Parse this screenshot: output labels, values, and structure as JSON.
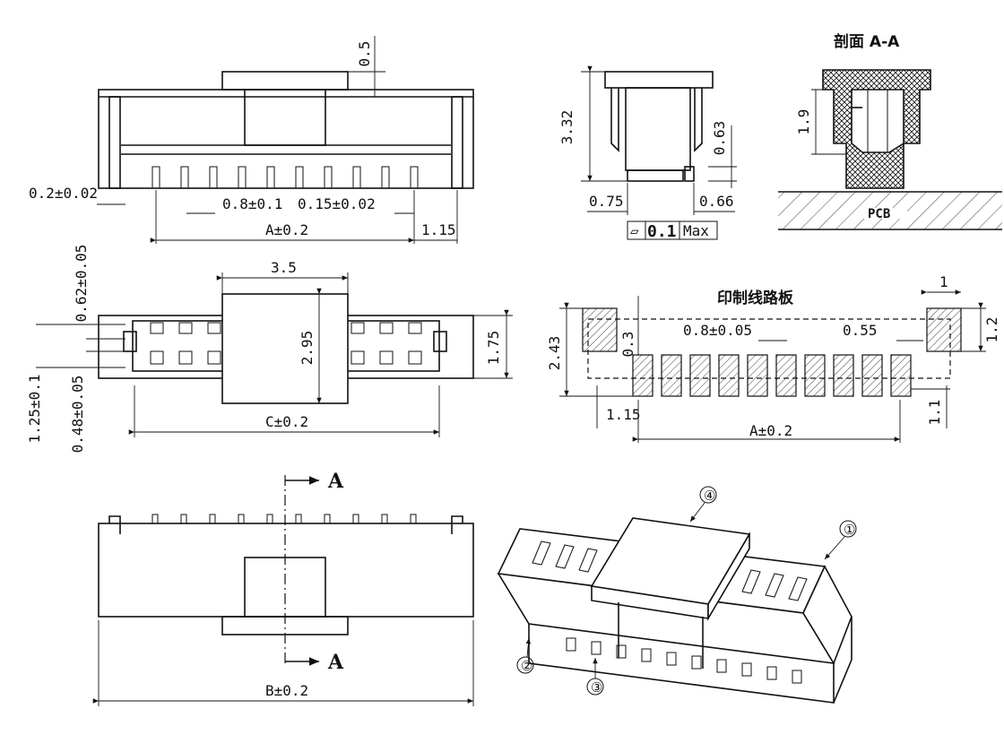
{
  "front_view": {
    "dim_top": "0.5",
    "dim_pin_width_tol": "0.2±0.02",
    "dim_pitch": "0.8±0.1",
    "dim_pin_thk": "0.15±0.02",
    "dim_A": "A±0.2",
    "dim_end": "1.15"
  },
  "side_view": {
    "dim_height": "3.32",
    "dim_063": "0.63",
    "dim_075": "0.75",
    "dim_066": "0.66",
    "flatness_symbol": "▱",
    "flatness_value": "0.1",
    "flatness_unit": "Max"
  },
  "section": {
    "title": "剖面  A-A",
    "dim_19": "1.9",
    "pcb_label": "PCB"
  },
  "top_view": {
    "dim_35": "3.5",
    "dim_295": "2.95",
    "dim_175": "1.75",
    "dim_062": "0.62±0.05",
    "dim_125": "1.25±0.1",
    "dim_048": "0.48±0.05",
    "dim_C": "C±0.2"
  },
  "pcb_layout": {
    "title": "印制线路板",
    "dim_1": "1",
    "dim_12": "1.2",
    "dim_243": "2.43",
    "dim_03": "0.3",
    "dim_pitch": "0.8±0.05",
    "dim_055": "0.55",
    "dim_115": "1.15",
    "dim_A": "A±0.2",
    "dim_11": "1.1"
  },
  "bottom_view": {
    "section_mark_top": "A",
    "section_mark_bottom": "A",
    "dim_B": "B±0.2"
  },
  "iso_view": {
    "callout_1": "①",
    "callout_2": "②",
    "callout_3": "③",
    "callout_4": "④"
  }
}
